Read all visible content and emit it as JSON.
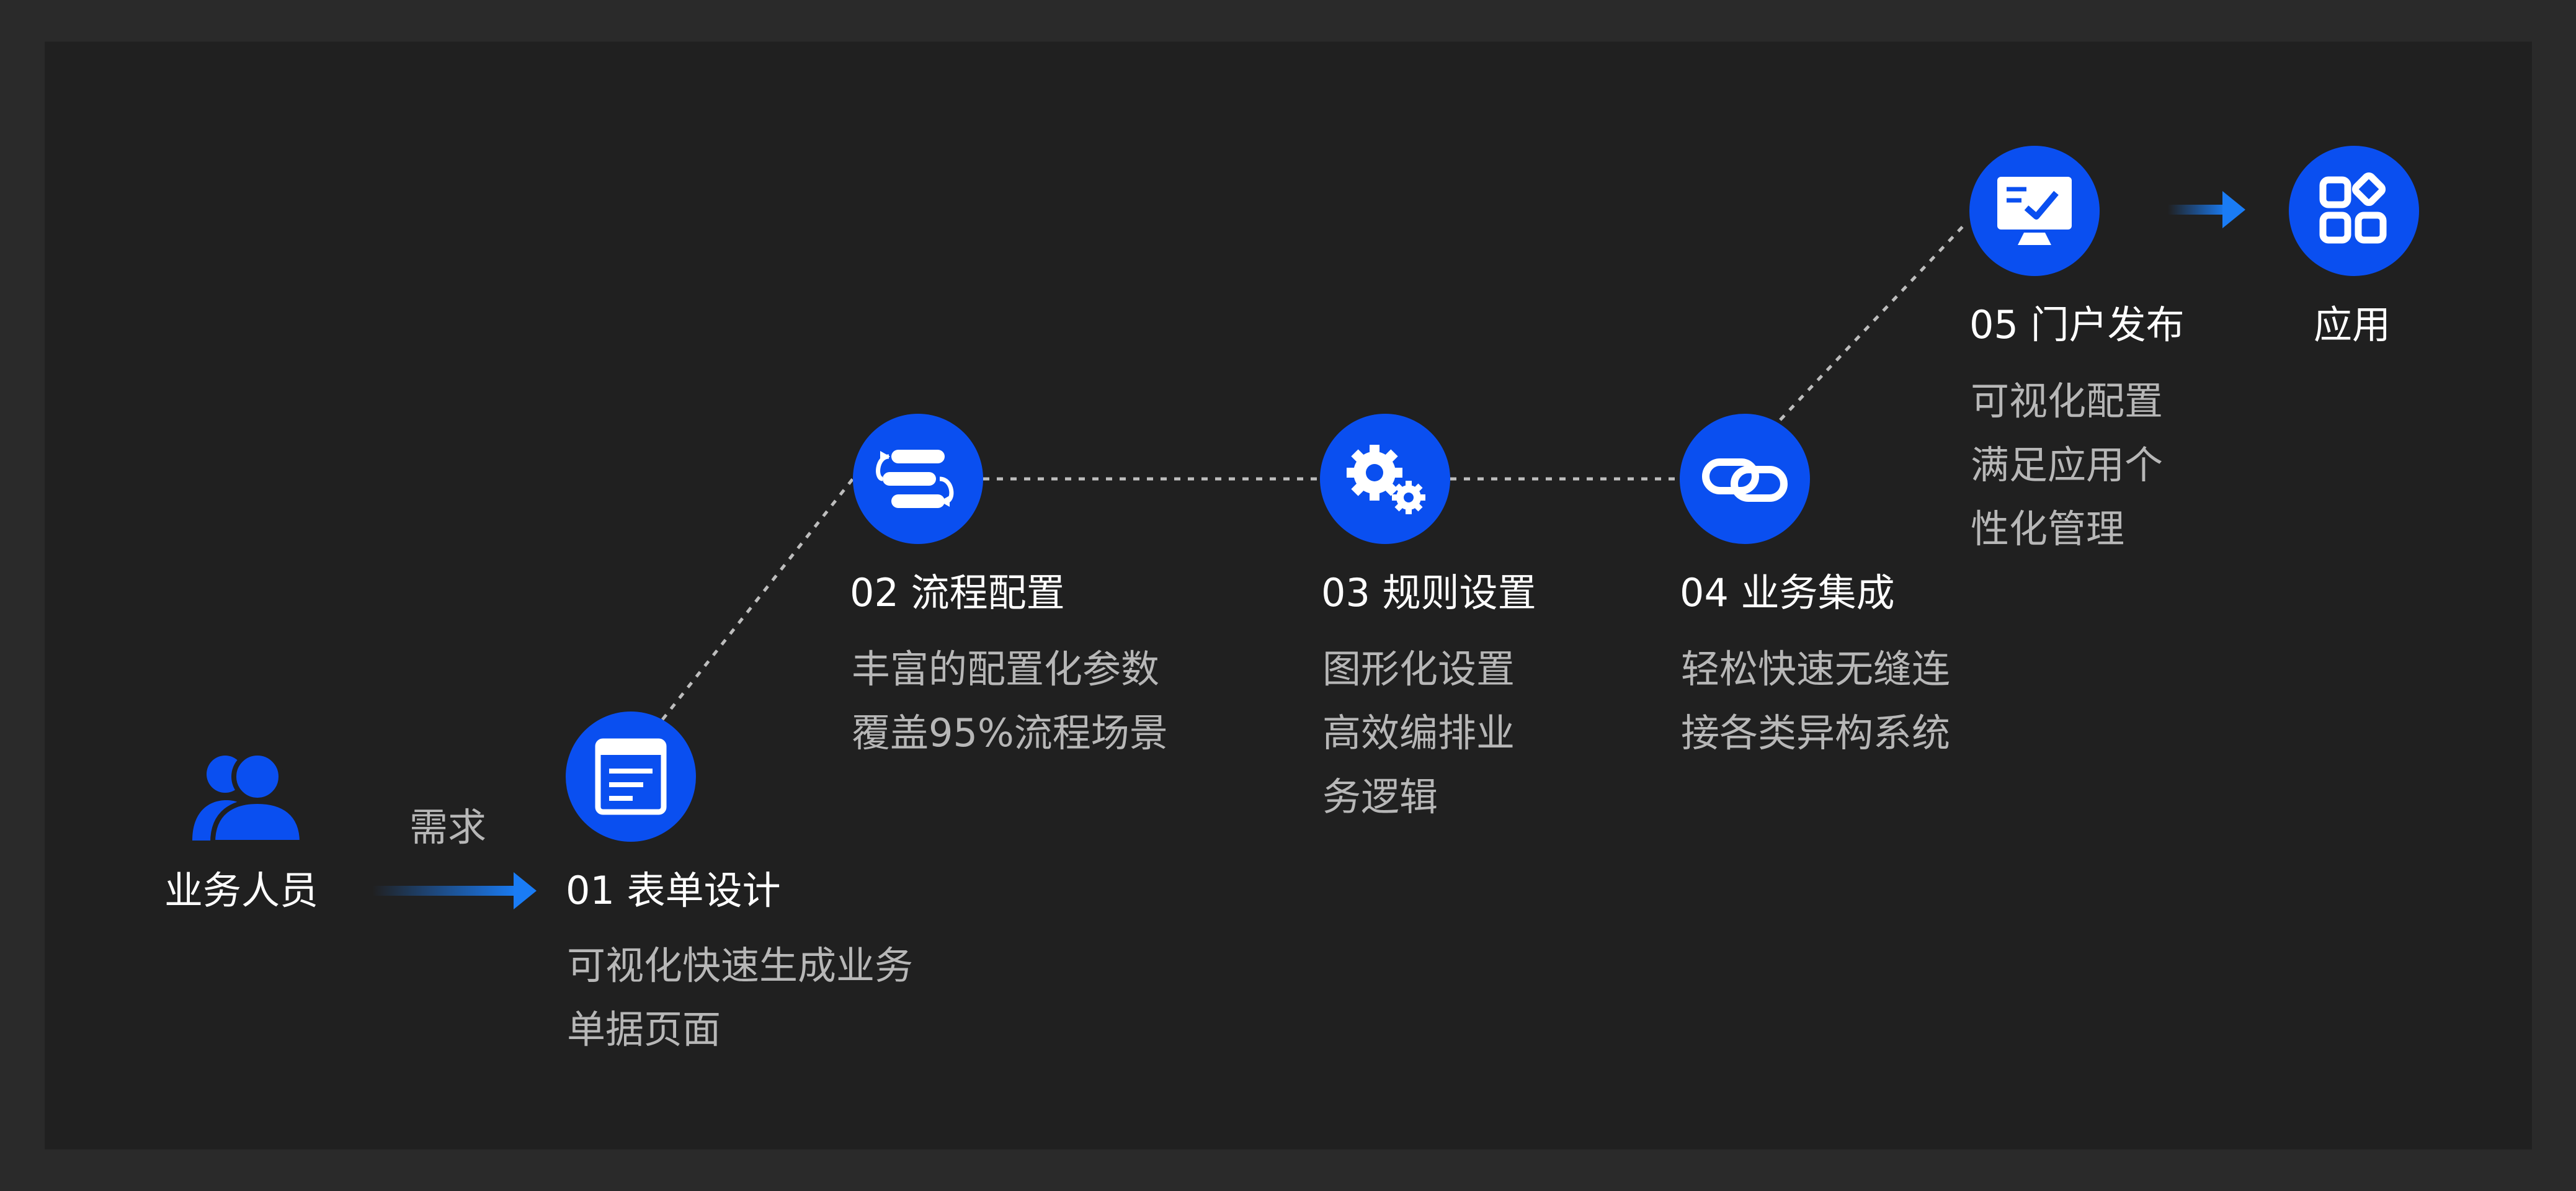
{
  "actor": {
    "label": "业务人员",
    "icon": "users-icon"
  },
  "demand_label": "需求",
  "steps": [
    {
      "title": "01 表单设计",
      "icon": "form-page-icon",
      "desc": [
        "可视化快速生成业务",
        "单据页面"
      ]
    },
    {
      "title": "02 流程配置",
      "icon": "workflow-icon",
      "desc": [
        "丰富的配置化参数",
        "覆盖95%流程场景"
      ]
    },
    {
      "title": "03 规则设置",
      "icon": "gears-icon",
      "desc": [
        "图形化设置",
        "高效编排业",
        "务逻辑"
      ]
    },
    {
      "title": "04 业务集成",
      "icon": "link-icon",
      "desc": [
        "轻松快速无缝连",
        "接各类异构系统"
      ]
    },
    {
      "title": "05 门户发布",
      "icon": "monitor-check-icon",
      "desc": [
        "可视化配置",
        "满足应用个",
        "性化管理"
      ]
    }
  ],
  "result": {
    "title": "应用",
    "icon": "apps-grid-icon"
  },
  "colors": {
    "accent": "#0a4ff0",
    "arrow": "#1a7cf5",
    "background": "#202020",
    "frame": "#2a2a2a"
  }
}
